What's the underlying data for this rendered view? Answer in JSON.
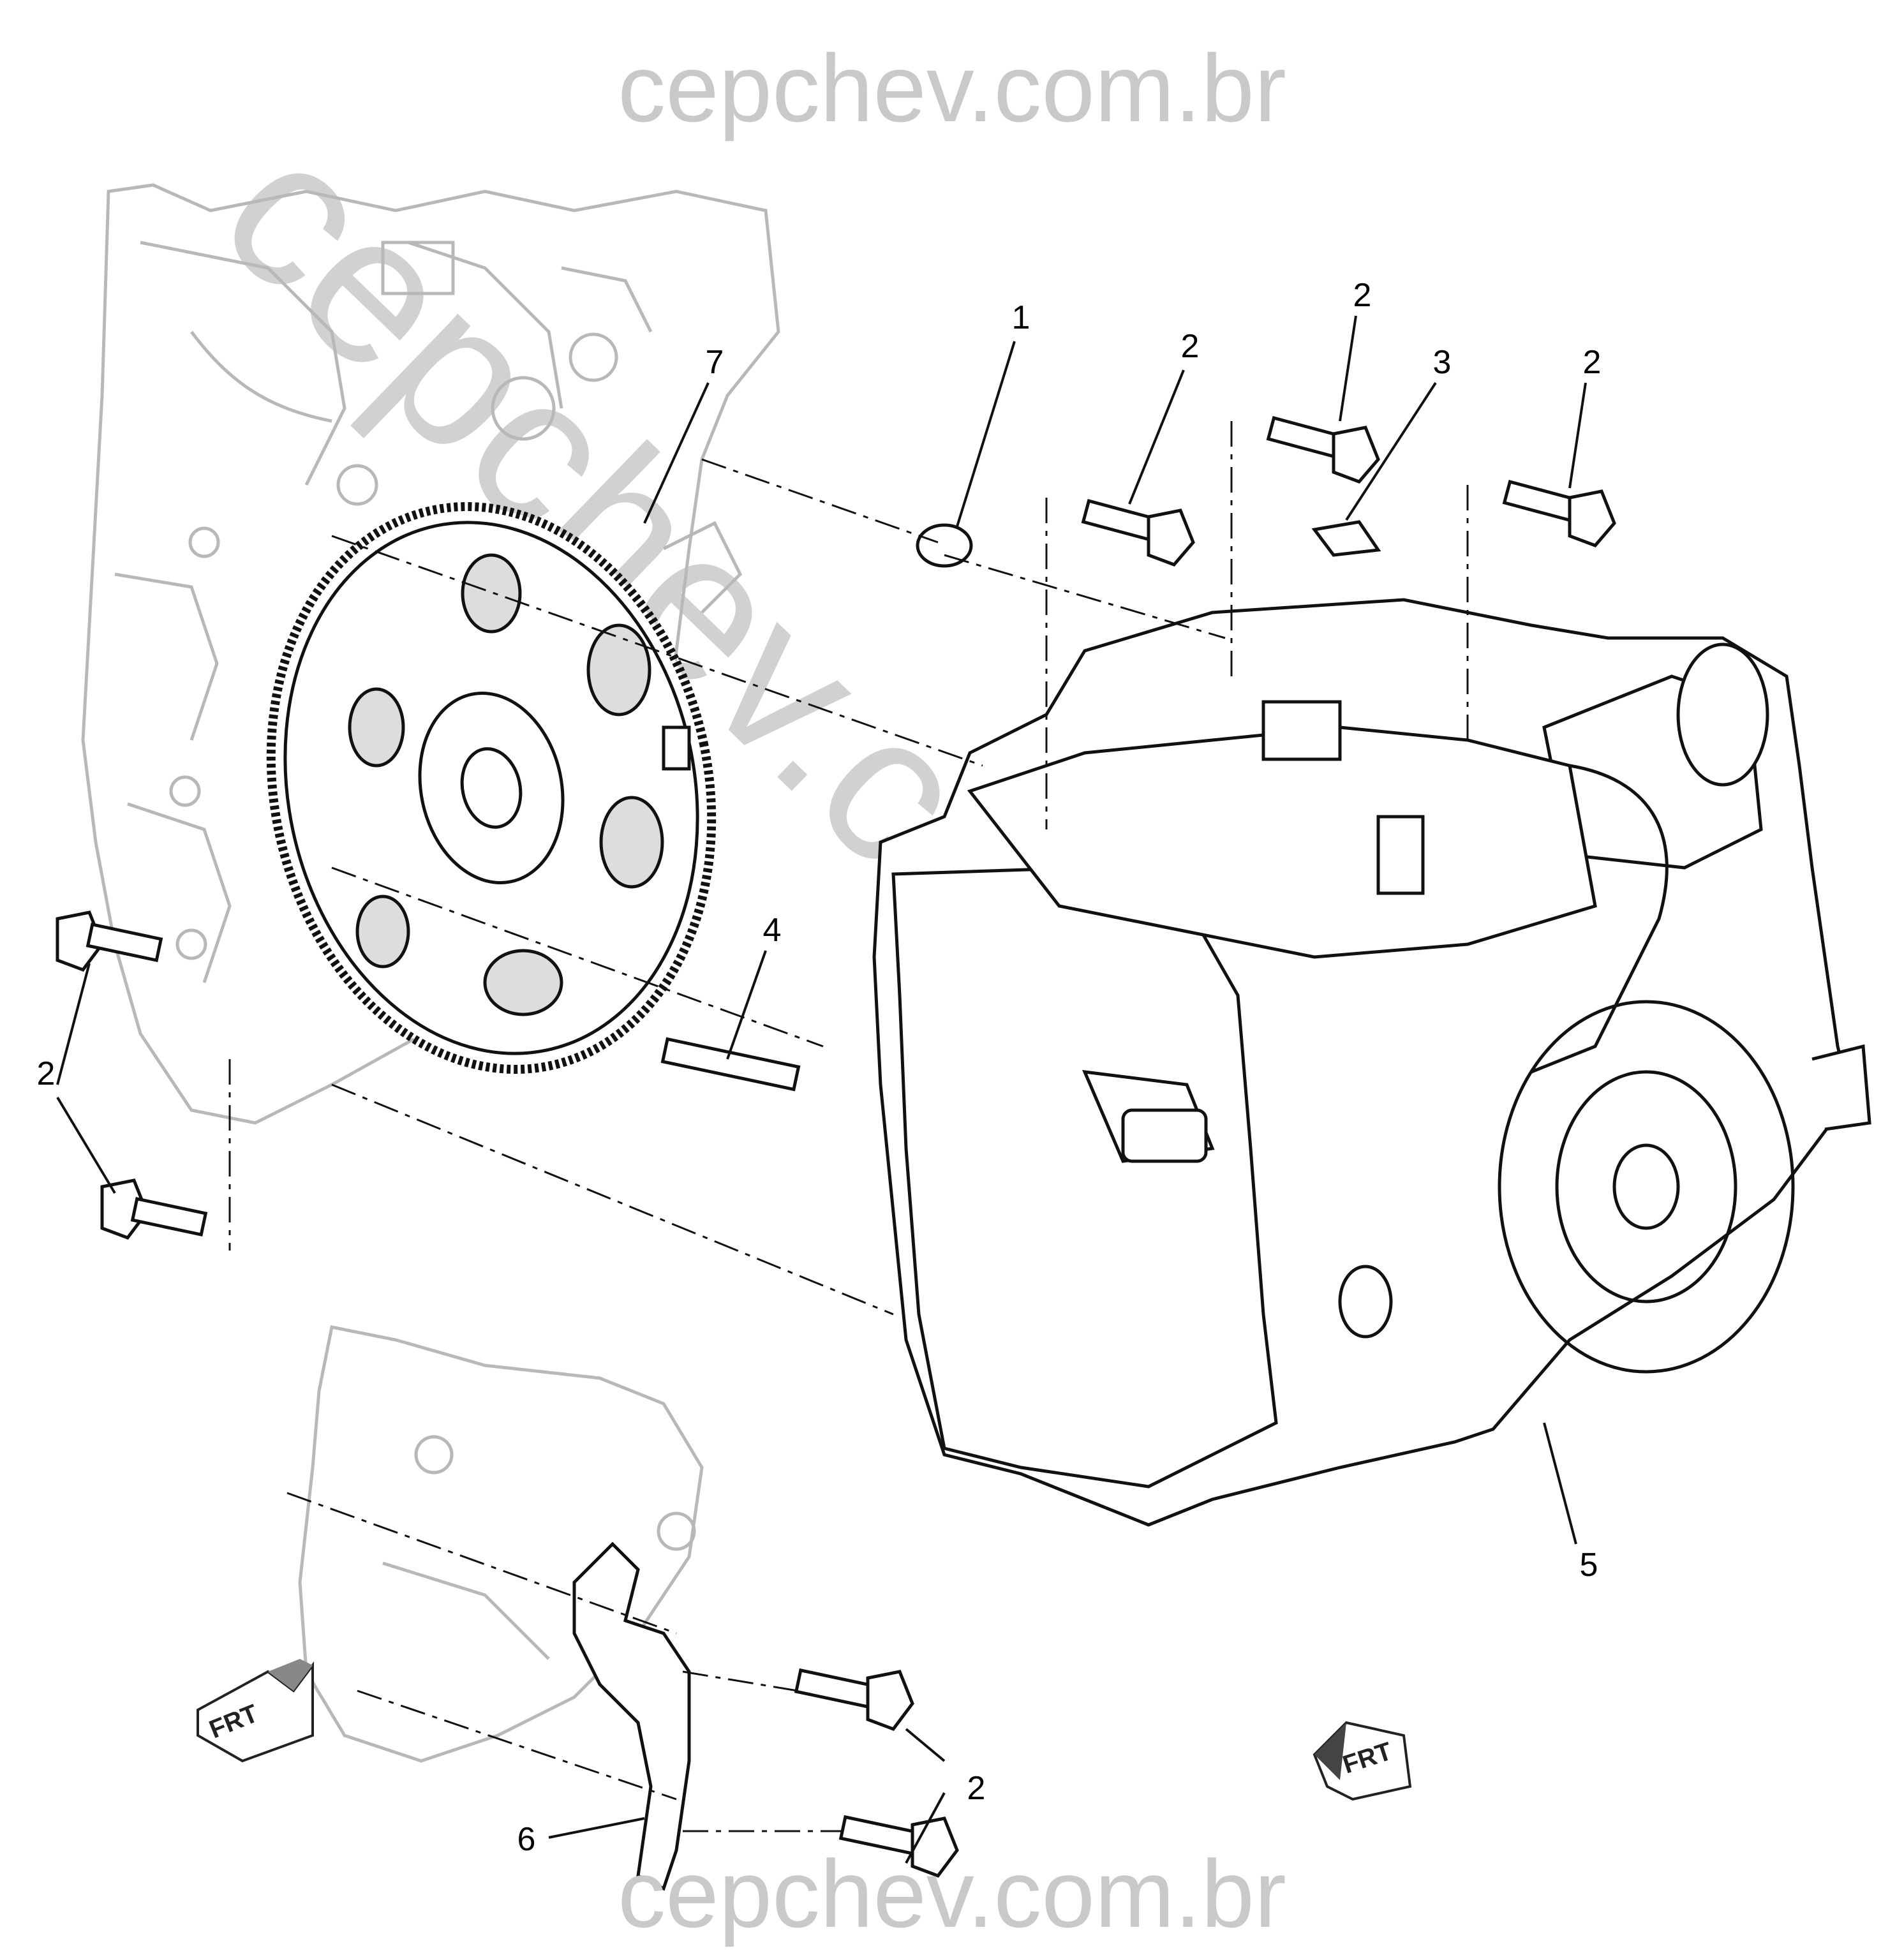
{
  "watermark": {
    "top_text": "cepchev.com.br",
    "bottom_text": "cepchev.com.br",
    "diagonal_text": "cepchev.com.br",
    "color": "#c9c9c9"
  },
  "callouts": {
    "c1": "1",
    "c2a": "2",
    "c2b": "2",
    "c2c": "2",
    "c2d": "2",
    "c2e": "2",
    "c3": "3",
    "c4": "4",
    "c5": "5",
    "c6": "6",
    "c7": "7"
  },
  "frt_markers": {
    "left": "FRT",
    "right": "FRT"
  },
  "colors": {
    "line": "#111111",
    "ghost": "#b8b8b8"
  }
}
